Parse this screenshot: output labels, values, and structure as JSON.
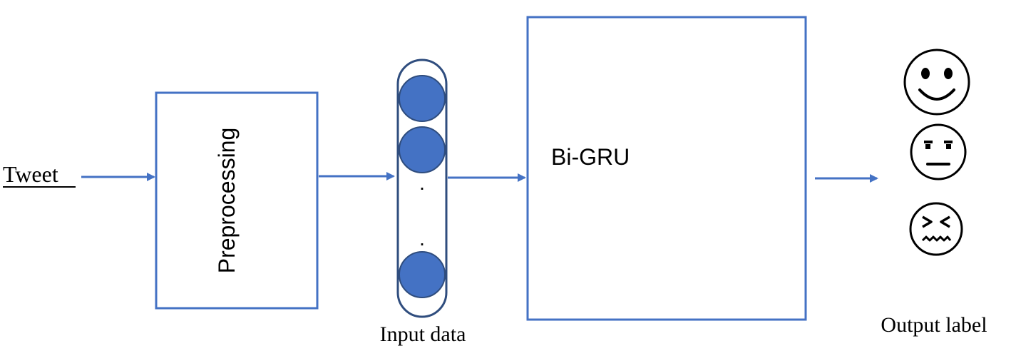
{
  "diagram": {
    "input_label": "Tweet",
    "preprocessing_label": "Preprocessing",
    "model_label": "Bi-GRU",
    "input_data_caption": "Input data",
    "output_label_caption": "Output label",
    "vector_ellipsis": ".",
    "outputs": [
      {
        "name": "happy",
        "icon": "smiley-face-icon"
      },
      {
        "name": "neutral",
        "icon": "neutral-face-icon"
      },
      {
        "name": "upset",
        "icon": "upset-face-icon"
      }
    ]
  },
  "colors": {
    "accent": "#4472c4",
    "box_stroke": "#4472c4",
    "input_fill": "#4472c4",
    "vector_outline": "#2f4d7e",
    "text": "#000000",
    "icon_stroke": "#000000"
  }
}
